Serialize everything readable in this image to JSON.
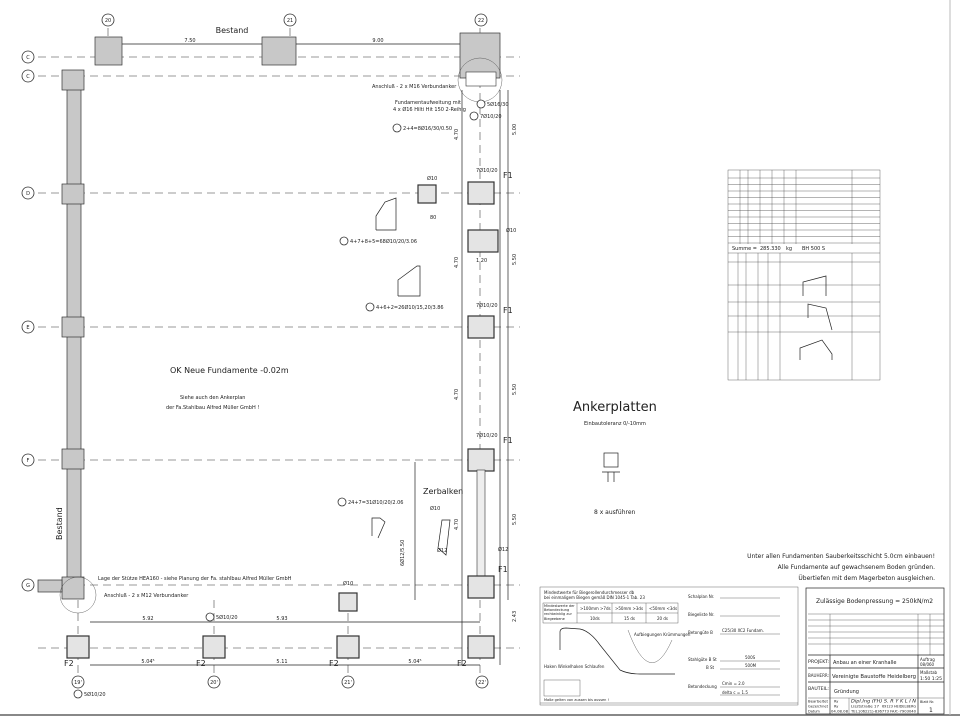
{
  "drawing": {
    "existing_label_top": "Bestand",
    "existing_label_left": "Bestand",
    "axes_top": [
      "20",
      "21",
      "22"
    ],
    "axes_bottom": [
      "19'",
      "20'",
      "21'",
      "22'"
    ],
    "axes_left": [
      "C",
      "C",
      "D",
      "E",
      "F",
      "G"
    ],
    "dims_top": [
      "7.50",
      "9.00"
    ],
    "dims_bottom_upper": [
      "5.92",
      "5.93"
    ],
    "dims_bottom_lower": [
      "5.04⁵",
      "5.11",
      "5.04⁵"
    ],
    "dims_right": [
      "5.00",
      "5.50",
      "5.50",
      "5.50",
      "2.43"
    ],
    "dims_inner": [
      "4.70",
      "4.70",
      "4.70",
      "4.70"
    ],
    "notes": {
      "anchor_top": "Anschluß - 2 x M16 Verbundanker",
      "widening_1": "Fundamentaufweitung mit",
      "widening_2": "4 x Ø16 Hilti Hit 150 2-Reihig",
      "bar5": "2+4=8Ø16/30/0.50",
      "bar5_top": "5Ø16/30",
      "bar1_top": "7Ø10/20",
      "ok_level": "OK Neue Fundamente -0.02m",
      "see_also_1": "Siehe auch den Ankerplan",
      "see_also_2": "der Fa.Stahlbau Alfred Müller GmbH !",
      "shape1": "4+7+8+5=68Ø10/20/3.06",
      "shape2": "4+6+2=26Ø10/15,20/3.86",
      "shape3": "24+7=31Ø10/20/2.06",
      "bar4": "6Ø12/5.50",
      "zerbalken": "Zerbalken",
      "column_note": "Lage der Stütze HEA160 - siehe Planung der Fa. stahlbau Alfred Müller GmbH",
      "anchor_bottom": "Anschluß - 2 x M12 Verbundanker",
      "bar_5010": "5Ø10/20",
      "phi10": "Ø10",
      "phi12": "Ø12",
      "dim80": "80",
      "dim120": "1.20",
      "f1": "F1",
      "f2": "F2"
    },
    "anchor_plates": {
      "title": "Ankerplatten",
      "tolerance": "Einbautoleranz 0/-10mm",
      "count": "8 x ausführen"
    },
    "general_notes": [
      "Unter allen Fundamenten Sauberkeitsschicht 5.0cm einbauen!",
      "Alle Fundamente auf gewachsenem Boden gründen.",
      "Übertiefen mit dem Magerbeton ausgleichen."
    ],
    "soil_pressure": "Zulässige Bodenpressung = 250kN/m2",
    "bending_table": {
      "title1": "Mindestwerte für Biegerollendurchmesser db",
      "title2": "bei einmaligem Biegen  gemäß DIN 1045-1 Tab. 23",
      "head": [
        "Mindestwerte der Betondeckung rechtwinklig zur Biegeebene",
        ">100mm >7ds",
        ">50mm >3ds",
        "<50mm <3ds"
      ],
      "row": [
        "10ds",
        "15 ds",
        "20 ds"
      ],
      "curve": "Aufbiegungen Krümmungen",
      "hooks": "Haken Winkelhaken Schlaufen",
      "measure_note": "Maße gelten von aussen bis aussen !"
    },
    "spec_fields": [
      {
        "label": "Schalplan Nr.",
        "value": ""
      },
      {
        "label": "Biegeliste Nr.",
        "value": ""
      },
      {
        "label": "Betongüte B",
        "value": "C25/30 XC2 Fundam."
      },
      {
        "label": "Stahlgüte B St",
        "value": "500S"
      },
      {
        "label": "B St",
        "value": "500M"
      },
      {
        "label": "Betondeckung",
        "value": "Cmin = 2.0"
      },
      {
        "label": "",
        "value": "delta c = 1.5"
      }
    ],
    "title_block": {
      "projekt_label": "PROJEKT:",
      "projekt": "Anbau an einer Kranhalle",
      "bauherr_label": "BAUHERR:",
      "bauherr": "Vereinigte Baustoffe Heidelberg",
      "bauteil_label": "BAUTEIL:",
      "bauteil": "Gründung",
      "auftrag_label": "Auftrag",
      "auftrag": "08/060",
      "massstab_label": "Maßstab",
      "massstab": "1:50 1:25",
      "blatt_label": "Blatt Nr.",
      "blatt": "1",
      "bearbeitet": "Bearbeitet",
      "gezeichnet": "Gezeichnet",
      "datum": "Datum",
      "bearbeitet_by": "Ry",
      "gezeichnet_by": "Ry",
      "datum_val": "04.08.08",
      "office": "Dipl.Ing (FH)  S. R Y K L I N",
      "street": "Lisztstraße 17",
      "city": "69123 HEIDELBERG",
      "tel": "TEL:(06221)-836773 FAX:-7903040"
    },
    "rebar_schedule": {
      "total_label": "Summe =",
      "total": "285.330",
      "unit": "kg",
      "ref": "BH 500 S"
    }
  }
}
